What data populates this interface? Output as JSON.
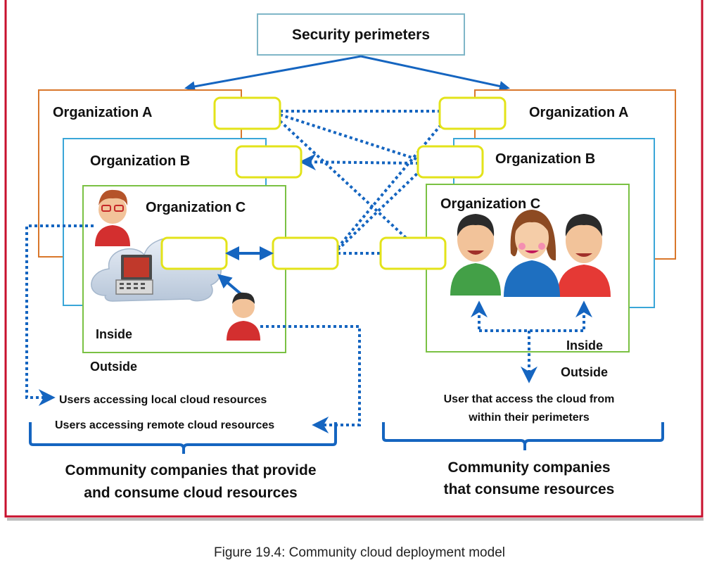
{
  "diagram": {
    "top_label": "Security perimeters",
    "left": {
      "org_a": "Organization A",
      "org_b": "Organization B",
      "org_c": "Organization C",
      "inside": "Inside",
      "outside": "Outside",
      "users_local": "Users accessing local cloud resources",
      "users_remote": "Users accessing remote cloud resources",
      "caption_line1": "Community companies that provide",
      "caption_line2": "and consume cloud resources"
    },
    "right": {
      "org_a": "Organization A",
      "org_b": "Organization B",
      "org_c": "Organization C",
      "inside": "Inside",
      "outside": "Outside",
      "users_line1": "User that access the cloud from",
      "users_line2": "within their perimeters",
      "caption_line1": "Community companies",
      "caption_line2": "that consume resources"
    }
  },
  "figure_caption": "Figure 19.4: Community cloud deployment model",
  "colors": {
    "frame_border": "#c8102e",
    "arrow_blue": "#1565c0",
    "org_a_border": "#d9772b",
    "org_b_border": "#3aa6d8",
    "org_c_border": "#7ac143",
    "gate_border": "#e3e31a"
  }
}
